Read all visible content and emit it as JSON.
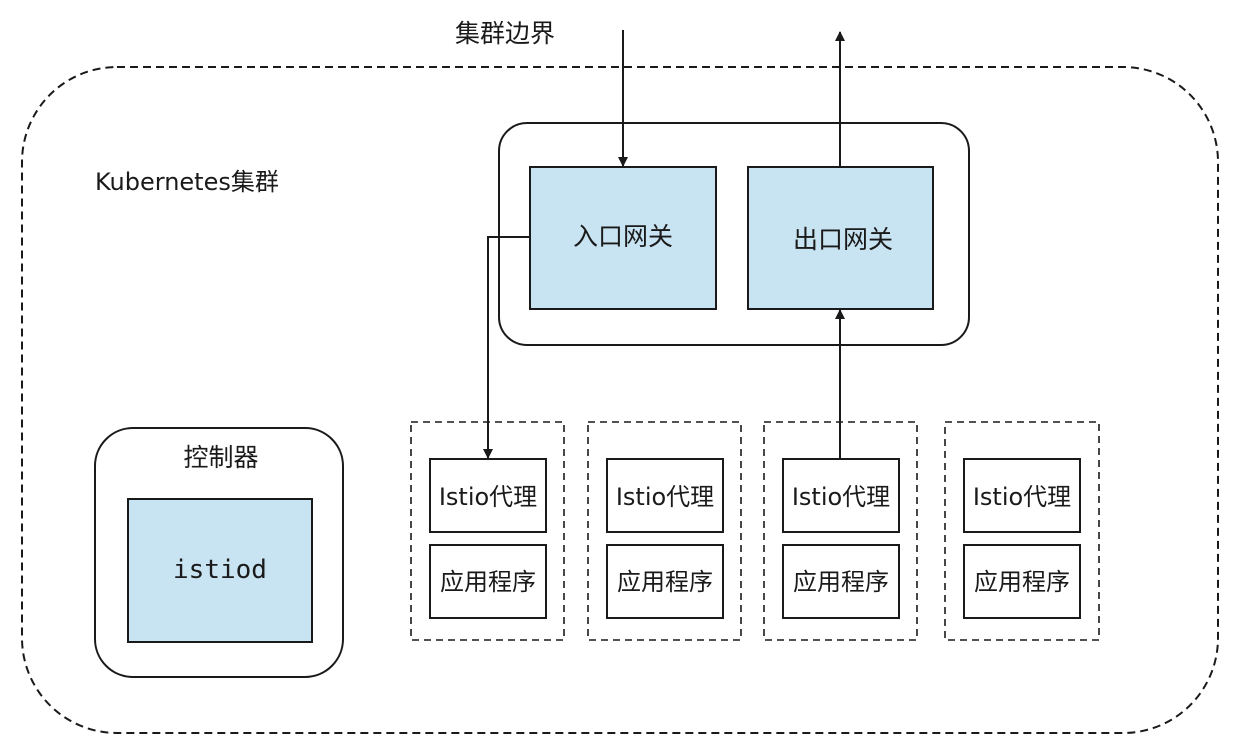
{
  "labels": {
    "cluster_boundary": "集群边界",
    "kubernetes_cluster": "Kubernetes集群",
    "ingress_gateway": "入口网关",
    "egress_gateway": "出口网关",
    "controller": "控制器",
    "istiod": "istiod"
  },
  "pods": [
    {
      "proxy": "Istio代理",
      "app": "应用程序"
    },
    {
      "proxy": "Istio代理",
      "app": "应用程序"
    },
    {
      "proxy": "Istio代理",
      "app": "应用程序"
    },
    {
      "proxy": "Istio代理",
      "app": "应用程序"
    }
  ],
  "colors": {
    "component_fill": "#c8e3f1",
    "stroke": "#1a1a1a",
    "background": "#ffffff"
  }
}
